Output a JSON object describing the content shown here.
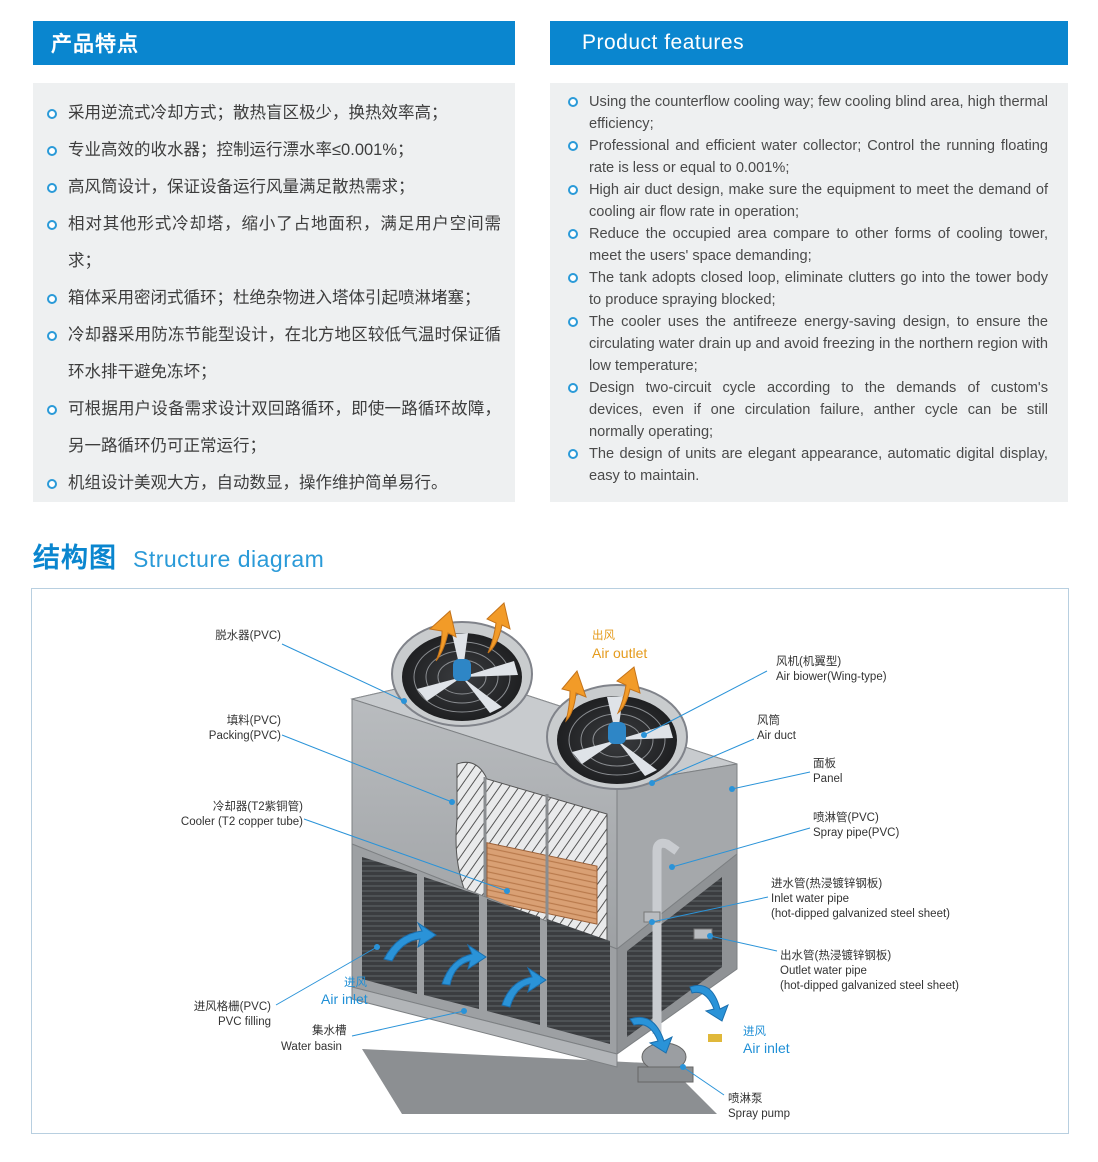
{
  "features_cn": {
    "title": "产品特点",
    "items": [
      "采用逆流式冷却方式；散热盲区极少，换热效率高；",
      "专业高效的收水器；控制运行漂水率≤0.001%；",
      "高风筒设计，保证设备运行风量满足散热需求；",
      "相对其他形式冷却塔，缩小了占地面积，满足用户空间需求；",
      "箱体采用密闭式循环；杜绝杂物进入塔体引起喷淋堵塞；",
      "冷却器采用防冻节能型设计，在北方地区较低气温时保证循环水排干避免冻坏；",
      "可根据用户设备需求设计双回路循环，即使一路循环故障，另一路循环仍可正常运行；",
      "机组设计美观大方，自动数显，操作维护简单易行。"
    ]
  },
  "features_en": {
    "title": "Product features",
    "items": [
      "Using the counterflow cooling way; few cooling blind area, high thermal efficiency;",
      "Professional and efficient water collector; Control the running floating rate is less or equal to 0.001%;",
      "High air duct design, make sure the equipment to meet the demand of cooling air flow rate in operation;",
      "Reduce the occupied area compare to other forms of cooling tower, meet the users' space demanding;",
      "The tank adopts closed loop, eliminate clutters go into the tower body to produce spraying blocked;",
      "The cooler uses the antifreeze energy-saving design, to ensure the circulating water drain up and avoid freezing in the northern region with low temperature;",
      "Design two-circuit cycle according to the demands of custom's devices, even if one circulation failure, anther cycle can be still normally operating;",
      "The design of units are elegant appearance, automatic digital display, easy to maintain."
    ]
  },
  "structure": {
    "title_cn": "结构图",
    "title_en": "Structure diagram"
  },
  "diagram_labels": {
    "eliminator_cn": "脱水器(PVC)",
    "packing_cn": "填料(PVC)",
    "packing_en": "Packing(PVC)",
    "cooler_cn": "冷却器(T2紫铜管)",
    "cooler_en": "Cooler (T2 copper tube)",
    "air_outlet_cn": "出风",
    "air_outlet_en": "Air outlet",
    "fan_cn": "风机(机翼型)",
    "fan_en": "Air biower(Wing-type)",
    "duct_cn": "风筒",
    "duct_en": "Air duct",
    "panel_cn": "面板",
    "panel_en": "Panel",
    "spray_cn": "喷淋管(PVC)",
    "spray_en": "Spray pipe(PVC)",
    "inlet_pipe_cn": "进水管(热浸镀锌钢板)",
    "inlet_pipe_en": "Inlet water pipe",
    "inlet_pipe_note": "(hot-dipped galvanized steel sheet)",
    "outlet_pipe_cn": "出水管(热浸镀锌钢板)",
    "outlet_pipe_en": "Outlet water pipe",
    "outlet_pipe_note": "(hot-dipped galvanized steel sheet)",
    "air_inlet_cn": "进风",
    "air_inlet_en": "Air inlet",
    "grille_cn": "进风格栅(PVC)",
    "grille_en": "PVC filling",
    "basin_cn": "集水槽",
    "basin_en": "Water basin",
    "air_inlet2_cn": "进风",
    "air_inlet2_en": "Air inlet",
    "pump_cn": "喷淋泵",
    "pump_en": "Spray pump"
  },
  "colors": {
    "header_blue": "#0a86cf",
    "panel_gray": "#eef0f1",
    "accent_blue": "#1f8fd6",
    "air_outlet_orange": "#e59b1c"
  }
}
